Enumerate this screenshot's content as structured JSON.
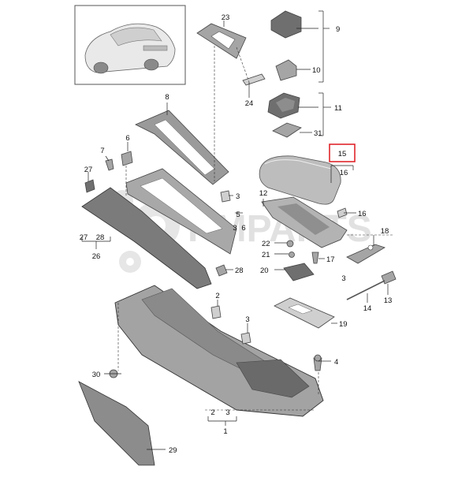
{
  "watermark": "RMPARTS",
  "highlight_color": "#e0262b",
  "highlighted_label": "15",
  "labels": {
    "l1": "1",
    "l2a": "2",
    "l2b": "2",
    "l3a": "3",
    "l3b": "3",
    "l3c": "3",
    "l3d": "3",
    "l3e": "3",
    "l4": "4",
    "l5": "5",
    "l6a": "6",
    "l6b": "6",
    "l7": "7",
    "l8": "8",
    "l9": "9",
    "l10": "10",
    "l11": "11",
    "l12": "12",
    "l13": "13",
    "l14": "14",
    "l15": "15",
    "l16a": "16",
    "l16b": "16",
    "l17": "17",
    "l18": "18",
    "l19": "19",
    "l20": "20",
    "l21": "21",
    "l22": "22",
    "l23": "23",
    "l24": "24",
    "l26": "26",
    "l27a": "27",
    "l27b": "27",
    "l28a": "28",
    "l28b": "28",
    "l29": "29",
    "l30": "30",
    "l31": "31"
  }
}
